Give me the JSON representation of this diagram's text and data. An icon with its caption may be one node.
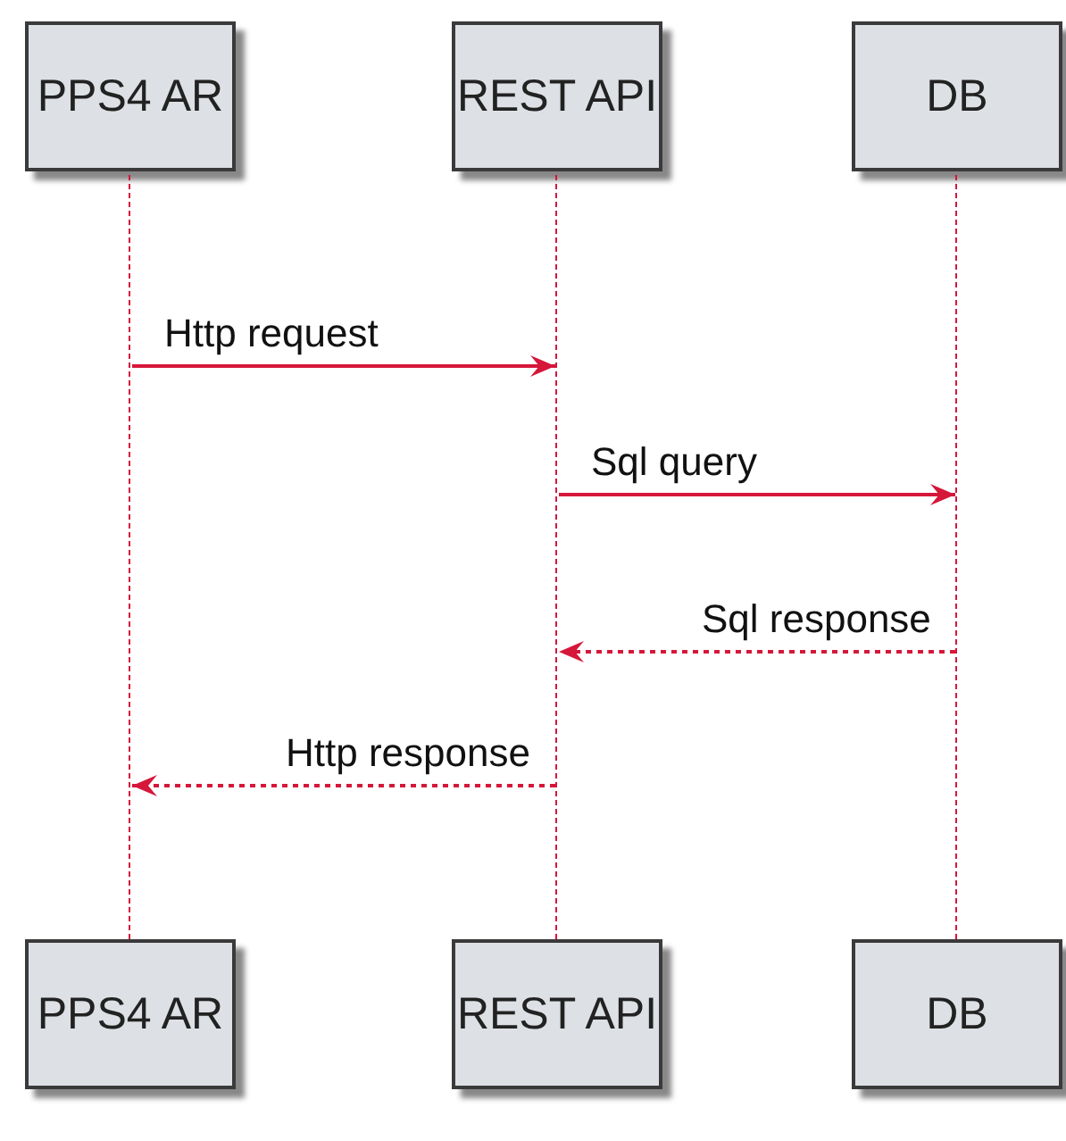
{
  "diagram": {
    "nodes": [
      {
        "text": [
          "PPS4 AR"
        ]
      },
      {
        "text": [
          "REST API"
        ]
      },
      {
        "text": [
          "DB"
        ]
      },
      {
        "text": [],
        "shape": "line"
      },
      {
        "text": [],
        "shape": "line"
      },
      {
        "text": [],
        "shape": "line"
      },
      {
        "text": [
          "PPS4 AR"
        ]
      },
      {
        "text": [
          "REST API"
        ]
      },
      {
        "text": [
          "DB"
        ]
      }
    ],
    "edges": [
      {
        "from": 3,
        "to": 4,
        "arrow": "to",
        "label": "Http request"
      },
      {
        "from": 4,
        "to": 5,
        "arrow": "to",
        "label": "Sql query"
      },
      {
        "from": 5,
        "to": 4,
        "arrow": "to",
        "label": "Sql response",
        "style": "dashed"
      },
      {
        "from": 4,
        "to": 3,
        "arrow": "to",
        "label": "Http response",
        "style": "dashed"
      }
    ]
  }
}
